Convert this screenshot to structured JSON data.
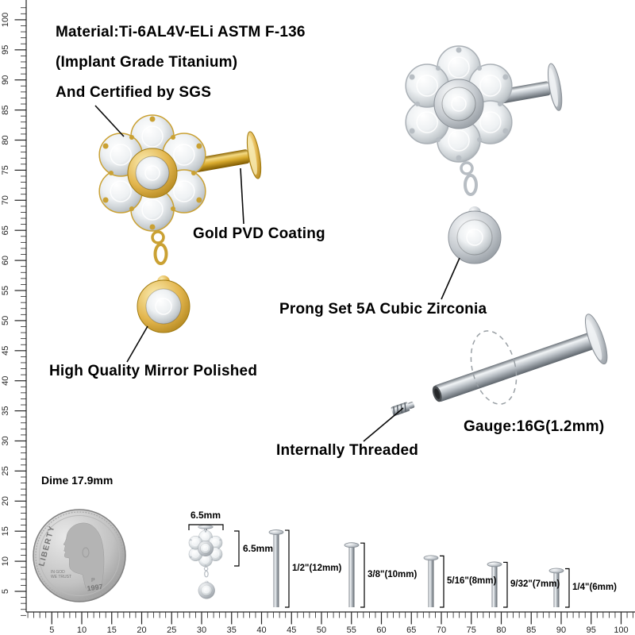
{
  "annotations": {
    "material": [
      "Material:Ti-6AL4V-ELi ASTM F-136",
      "(Implant Grade Titanium)",
      "And Certified by SGS"
    ],
    "gold_coating": "Gold PVD Coating",
    "prong_set": "Prong Set 5A Cubic Zirconia",
    "mirror_polished": "High Quality Mirror Polished",
    "internally_threaded": "Internally Threaded",
    "gauge": "Gauge:16G(1.2mm)"
  },
  "size_chart": {
    "dime_label": "Dime 17.9mm",
    "flower_width_label": "6.5mm",
    "flower_height_label": "6.5mm",
    "bars": [
      {
        "label": "1/2\"(12mm)",
        "mm": 12
      },
      {
        "label": "3/8\"(10mm)",
        "mm": 10
      },
      {
        "label": "5/16\"(8mm)",
        "mm": 8
      },
      {
        "label": "9/32\"(7mm)",
        "mm": 7
      },
      {
        "label": "1/4\"(6mm)",
        "mm": 6
      }
    ]
  },
  "coin": {
    "liberty": "LIBERTY",
    "motto_line1": "IN GOD",
    "motto_line2": "WE TRUST",
    "mint": "P",
    "year": "1997"
  },
  "ruler": {
    "unit_labels": [
      "5",
      "10",
      "15",
      "20",
      "25",
      "30",
      "35",
      "40",
      "45",
      "50",
      "55",
      "60",
      "65",
      "70",
      "75",
      "80",
      "85",
      "90",
      "95",
      "100"
    ]
  },
  "colors": {
    "gold": "#d4a017",
    "silver": "#b9bec4",
    "text": "#000000"
  }
}
